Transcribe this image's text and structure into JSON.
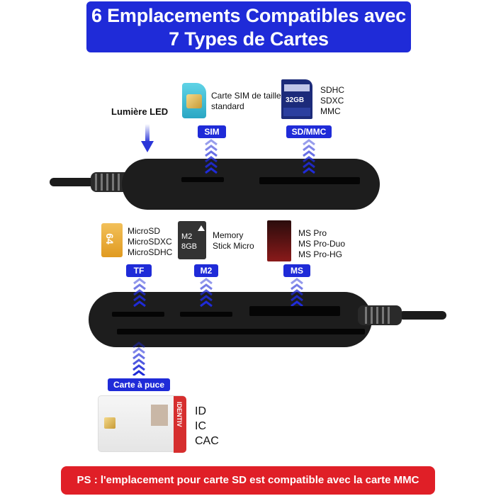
{
  "title": {
    "line1": "6 Emplacements Compatibles avec",
    "line2": "7 Types de Cartes"
  },
  "led_label": "Lumière LED",
  "slots": {
    "sim": {
      "badge": "SIM",
      "desc": [
        "Carte SIM de taille",
        "standard"
      ]
    },
    "sdmmc": {
      "badge": "SD/MMC",
      "desc": [
        "SDHC",
        "SDXC",
        "MMC"
      ],
      "card_text": "32GB"
    },
    "tf": {
      "badge": "TF",
      "desc": [
        "MicroSD",
        "MicroSDXC",
        "MicroSDHC"
      ],
      "card_text": "64"
    },
    "m2": {
      "badge": "M2",
      "desc": [
        "Memory",
        "Stick Micro"
      ],
      "card_text_top": "M2",
      "card_text_bottom": "8GB"
    },
    "ms": {
      "badge": "MS",
      "desc": [
        "MS Pro",
        "MS Pro-Duo",
        "MS Pro-HG"
      ]
    },
    "smartcard": {
      "badge": "Carte à puce",
      "desc": [
        "ID",
        "IC",
        "CAC"
      ],
      "card_brand": "IDENTIV"
    }
  },
  "ps_note": "PS : l'emplacement pour carte SD est compatible avec la carte MMC",
  "colors": {
    "accent_blue": "#1f2bd8",
    "note_red": "#e01f27",
    "reader_body": "#1d1d1d"
  }
}
